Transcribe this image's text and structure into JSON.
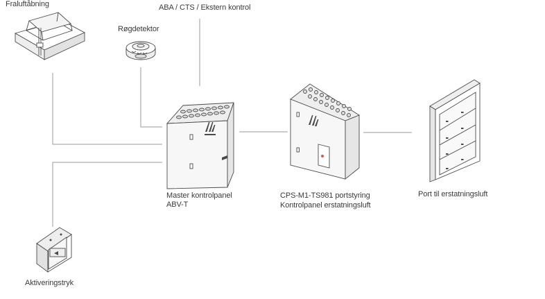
{
  "labels": {
    "roof_hatch": "Fraluftåbning",
    "bms": "ABA / CTS / Ekstern kontrol",
    "smoke_detector": "Røgdetektor",
    "master_panel_line1": "Master kontrolpanel",
    "master_panel_line2": "ABV-T",
    "cps_panel_line1": "CPS-M1-TS981 portstyring",
    "cps_panel_line2": "Kontrolpanel erstatningsluft",
    "door": "Port til erstatningsluft",
    "activation_switch": "Aktiveringstryk"
  },
  "colors": {
    "line": "#9a9a9a",
    "outline": "#4a4a4a",
    "panel_fill": "#f7f7f7",
    "panel_side": "#e6e6e6",
    "red_indicator": "#d9534f"
  }
}
